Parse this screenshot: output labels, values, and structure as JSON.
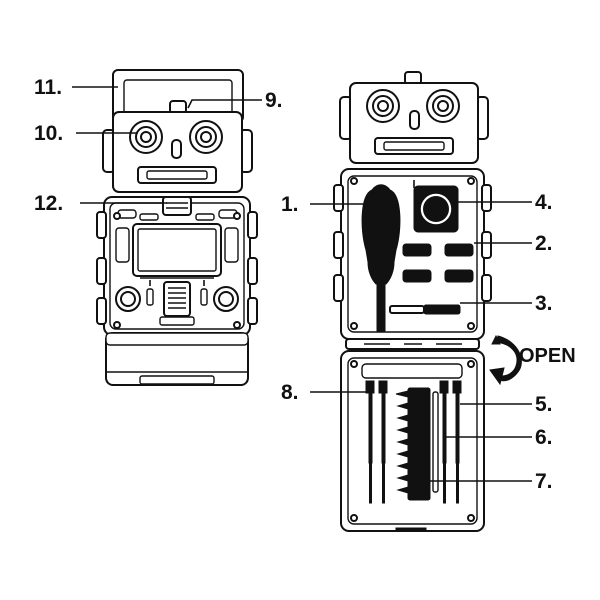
{
  "callouts": {
    "c1": "1.",
    "c2": "2.",
    "c3": "3.",
    "c4": "4.",
    "c5": "5.",
    "c6": "6.",
    "c7": "7.",
    "c8": "8.",
    "c9": "9.",
    "c10": "10.",
    "c11": "11.",
    "c12": "12."
  },
  "open_label": "OPEN",
  "colors": {
    "ink": "#111111",
    "paper": "#ffffff"
  }
}
